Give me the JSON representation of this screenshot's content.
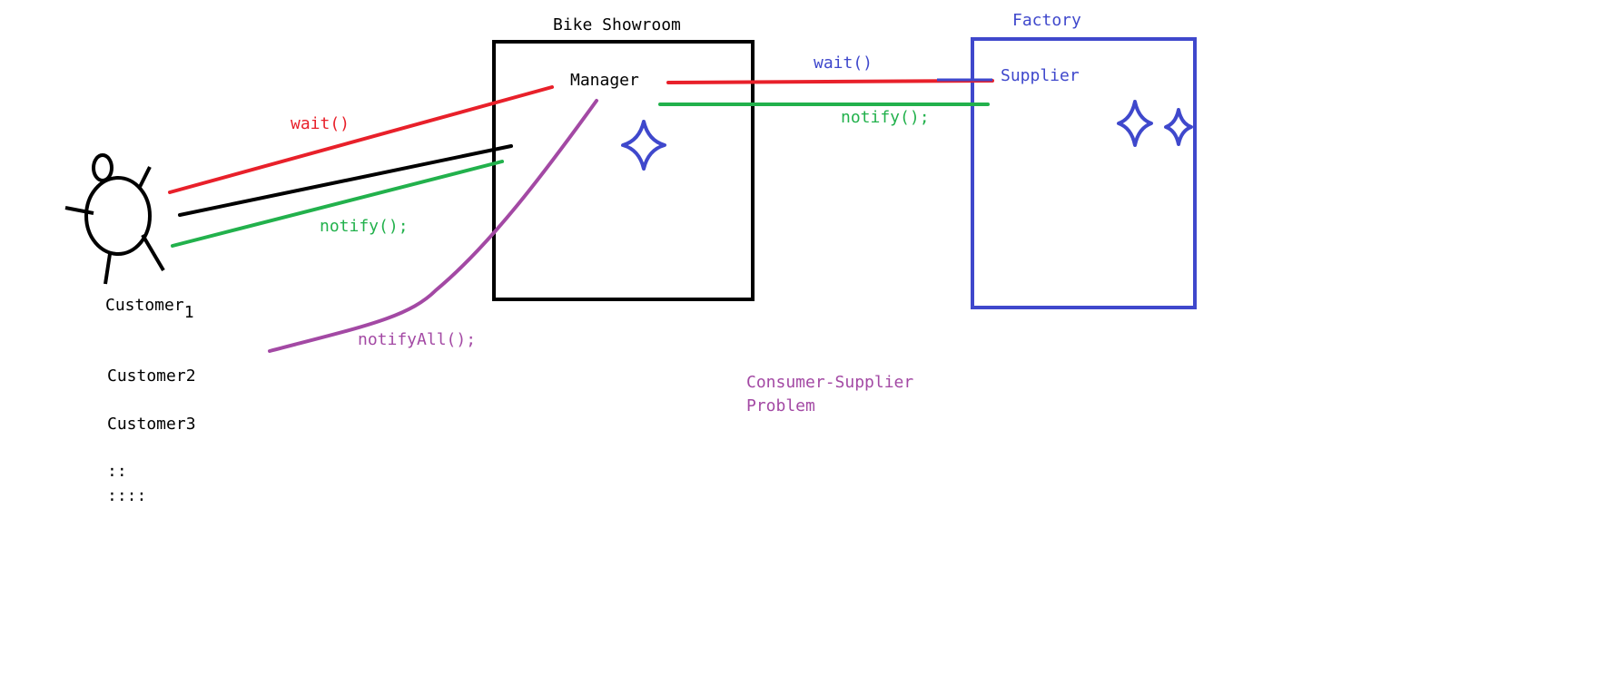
{
  "labels": {
    "bike_showroom": "Bike Showroom",
    "factory": "Factory",
    "manager": "Manager",
    "supplier": "Supplier",
    "customer": "Customer",
    "customer_sub": "1",
    "customer2": "Customer2",
    "customer3": "Customer3",
    "ellipsis_short": "::",
    "ellipsis_long": "::::",
    "wait_left": "wait()",
    "notify_left": "notify();",
    "notify_all": "notifyAll();",
    "wait_right": "wait()",
    "notify_right": "notify();",
    "problem_line1": "Consumer-Supplier",
    "problem_line2": "Problem"
  },
  "colors": {
    "black": "#000000",
    "red": "#e8202a",
    "green": "#22b14c",
    "blue": "#3f48cc",
    "purple": "#a349a4"
  },
  "icons": {
    "manager_star": "four-point-star-icon",
    "supplier_star_large": "four-point-star-icon",
    "supplier_star_small": "four-point-star-icon"
  }
}
